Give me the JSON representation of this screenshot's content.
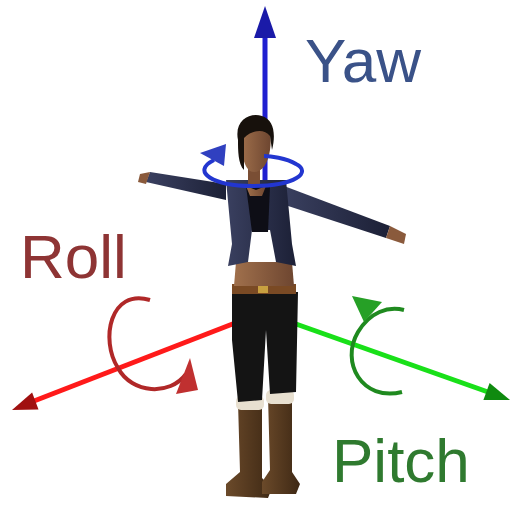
{
  "diagram": {
    "labels": [
      "Yaw",
      "Roll",
      "Pitch"
    ]
  }
}
